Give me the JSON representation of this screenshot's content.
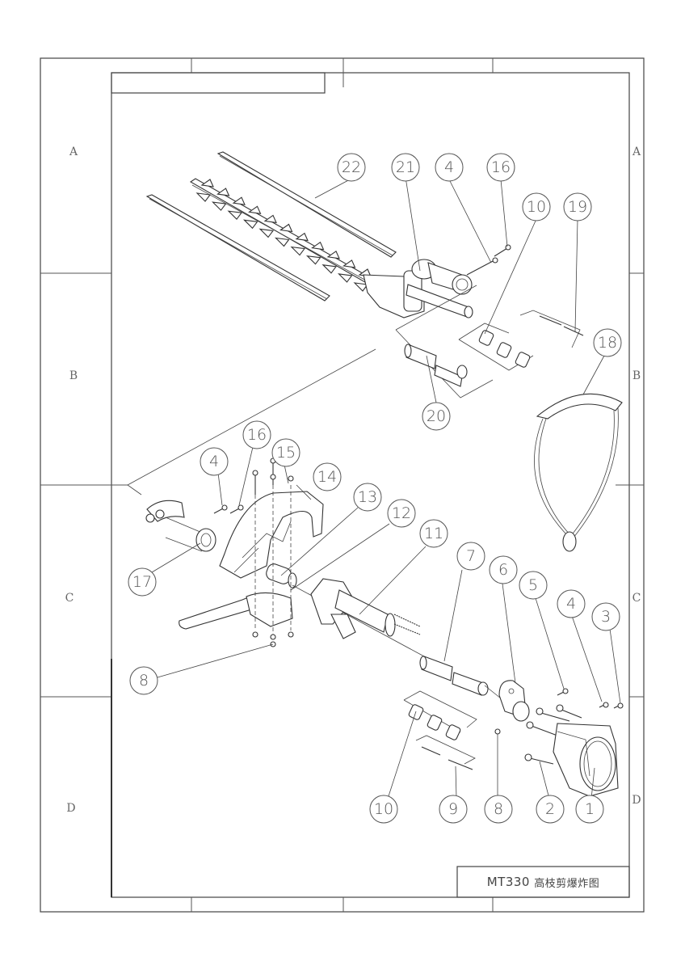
{
  "title_block": {
    "model": "MT330",
    "description": "高枝剪爆炸图"
  },
  "zones": {
    "left": [
      "A",
      "B",
      "C",
      "D"
    ],
    "right": [
      "A",
      "B",
      "C",
      "D"
    ]
  },
  "callouts": [
    {
      "id": "c22",
      "label": "22"
    },
    {
      "id": "c21",
      "label": "21"
    },
    {
      "id": "c4a",
      "label": "4"
    },
    {
      "id": "c16a",
      "label": "16"
    },
    {
      "id": "c10a",
      "label": "10"
    },
    {
      "id": "c19",
      "label": "19"
    },
    {
      "id": "c18",
      "label": "18"
    },
    {
      "id": "c20",
      "label": "20"
    },
    {
      "id": "c16b",
      "label": "16"
    },
    {
      "id": "c15",
      "label": "15"
    },
    {
      "id": "c4b",
      "label": "4"
    },
    {
      "id": "c14",
      "label": "14"
    },
    {
      "id": "c13",
      "label": "13"
    },
    {
      "id": "c12",
      "label": "12"
    },
    {
      "id": "c11",
      "label": "11"
    },
    {
      "id": "c17",
      "label": "17"
    },
    {
      "id": "c7",
      "label": "7"
    },
    {
      "id": "c6",
      "label": "6"
    },
    {
      "id": "c5",
      "label": "5"
    },
    {
      "id": "c4c",
      "label": "4"
    },
    {
      "id": "c3",
      "label": "3"
    },
    {
      "id": "c8a",
      "label": "8"
    },
    {
      "id": "c10b",
      "label": "10"
    },
    {
      "id": "c9",
      "label": "9"
    },
    {
      "id": "c8b",
      "label": "8"
    },
    {
      "id": "c2",
      "label": "2"
    },
    {
      "id": "c1",
      "label": "1"
    }
  ]
}
